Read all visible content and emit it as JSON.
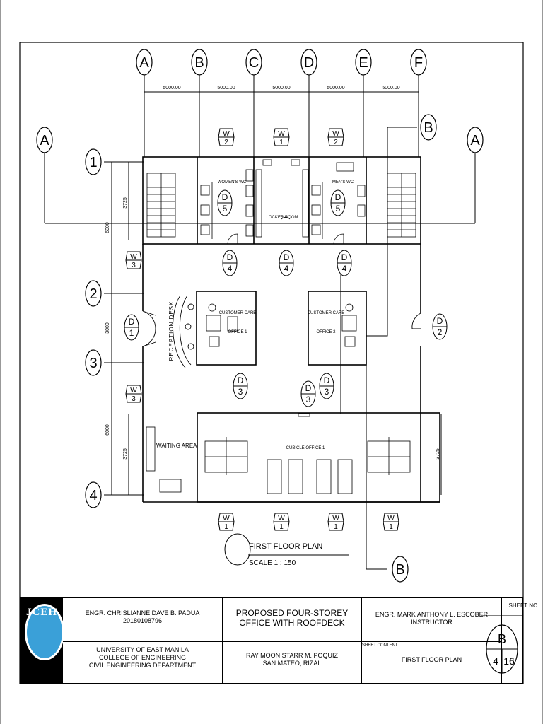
{
  "grid": {
    "columns": [
      "A",
      "B",
      "C",
      "D",
      "E",
      "F"
    ],
    "rows": [
      "1",
      "2",
      "3",
      "4"
    ],
    "col_dims": [
      "5000.00",
      "5000.00",
      "5000.00",
      "5000.00",
      "5000.00"
    ],
    "section_left": "A",
    "section_right": "A",
    "section_b_top": "B",
    "section_b_bottom": "B"
  },
  "dimensions": {
    "left_outer_top": "6000",
    "left_outer_mid": "3000",
    "left_outer_bottom": "6000",
    "left_inner_top": "3725",
    "left_inner_bottom": "3725",
    "right_bottom": "3725"
  },
  "rooms": {
    "womens_wc": "WOMEN'S WC",
    "mens_wc": "MEN'S WC",
    "locker_room": "LOCKER ROOM",
    "reception_desk": "RECEPTION DESK",
    "customer_care_1_title": "CUSTOMER CARE",
    "customer_care_1_sub": "OFFICE 1",
    "customer_care_2_title": "CUSTOMER CARE",
    "customer_care_2_sub": "OFFICE 2",
    "waiting_area": "WAITING AREA",
    "cubicle_office": "CUBICLE OFFICE 1"
  },
  "tags": {
    "W1": {
      "letter": "W",
      "num": "1"
    },
    "W2": {
      "letter": "W",
      "num": "2"
    },
    "W3": {
      "letter": "W",
      "num": "3"
    },
    "D1": {
      "letter": "D",
      "num": "1"
    },
    "D2": {
      "letter": "D",
      "num": "2"
    },
    "D3": {
      "letter": "D",
      "num": "3"
    },
    "D4": {
      "letter": "D",
      "num": "4"
    },
    "D5": {
      "letter": "D",
      "num": "5"
    }
  },
  "plan_title": "FIRST FLOOR PLAN",
  "plan_scale": "SCALE 1 : 150",
  "title_block": {
    "logo_text": "JCEH",
    "designer_name": "ENGR. CHRISLIANNE DAVE B. PADUA",
    "designer_id": "20180108796",
    "school_line1": "UNIVERSITY OF EAST MANILA",
    "school_line2": "COLLEGE OF ENGINEERING",
    "school_line3": "CIVIL ENGINEERING DEPARTMENT",
    "project_line1": "PROPOSED FOUR-STOREY",
    "project_line2": "OFFICE WITH ROOFDECK",
    "owner_line1": "RAY MOON STARR M. POQUIZ",
    "owner_line2": "SAN MATEO, RIZAL",
    "instructor_name": "ENGR. MARK ANTHONY L. ESCOBER",
    "instructor_role": "INSTRUCTOR",
    "sheet_content_label": "SHEET CONTENT",
    "sheet_content": "FIRST FLOOR PLAN",
    "sheet_no_label": "SHEET NO.",
    "sheet_letter": "B",
    "sheet_num": "4",
    "sheet_total": "16"
  }
}
